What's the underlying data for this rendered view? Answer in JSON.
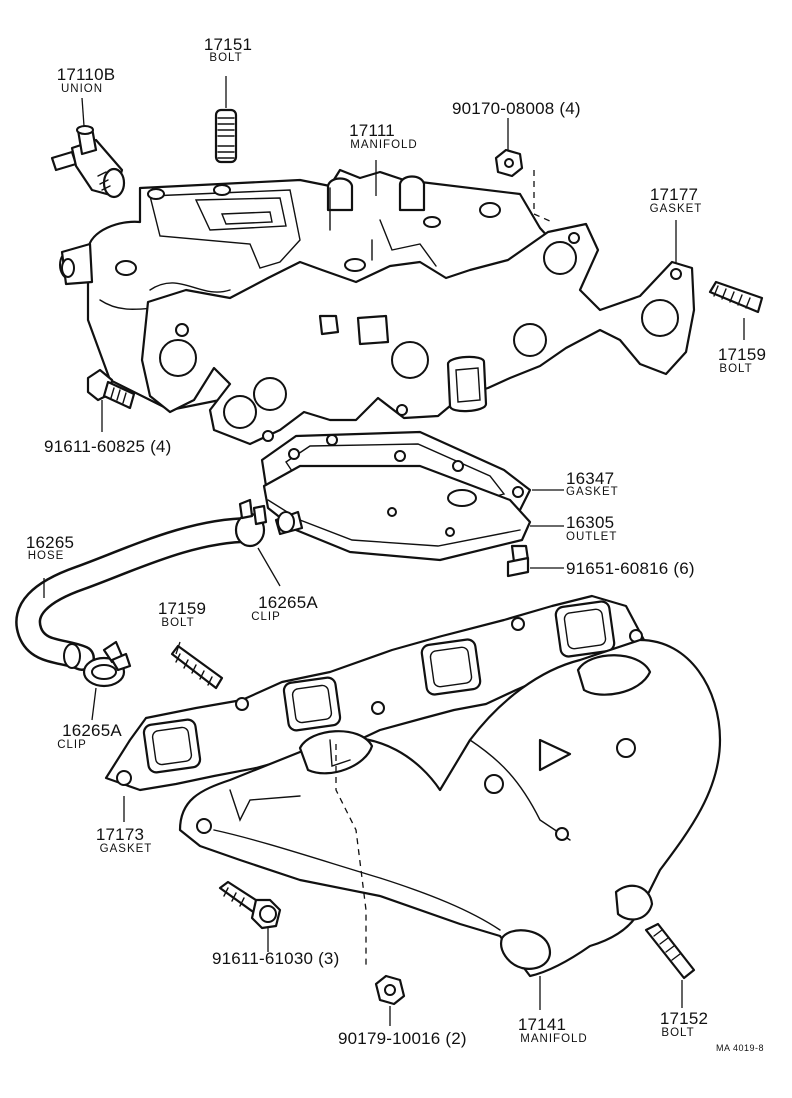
{
  "parts": {
    "union_17110b": {
      "number": "17110B",
      "name": "UNION"
    },
    "bolt_17151": {
      "number": "17151",
      "name": "BOLT"
    },
    "manifold_17111": {
      "number": "17111",
      "name": "MANIFOLD"
    },
    "nut_90170": {
      "number": "90170-08008 (4)"
    },
    "gasket_17177": {
      "number": "17177",
      "name": "GASKET"
    },
    "bolt_17159_top": {
      "number": "17159",
      "name": "BOLT"
    },
    "bolt_91611_60825": {
      "number": "91611-60825 (4)"
    },
    "gasket_16347": {
      "number": "16347",
      "name": "GASKET"
    },
    "outlet_16305": {
      "number": "16305",
      "name": "OUTLET"
    },
    "bolt_91651": {
      "number": "91651-60816 (6)"
    },
    "hose_16265": {
      "number": "16265",
      "name": "HOSE"
    },
    "clip_16265a_upper": {
      "number": "16265A",
      "name": "CLIP"
    },
    "bolt_17159_mid": {
      "number": "17159",
      "name": "BOLT"
    },
    "clip_16265a_lower": {
      "number": "16265A",
      "name": "CLIP"
    },
    "gasket_17173": {
      "number": "17173",
      "name": "GASKET"
    },
    "bolt_91611_61030": {
      "number": "91611-61030 (3)"
    },
    "nut_90179": {
      "number": "90179-10016 (2)"
    },
    "manifold_17141": {
      "number": "17141",
      "name": "MANIFOLD"
    },
    "bolt_17152": {
      "number": "17152",
      "name": "BOLT"
    }
  },
  "drawing_ref": "MA 4019-8"
}
